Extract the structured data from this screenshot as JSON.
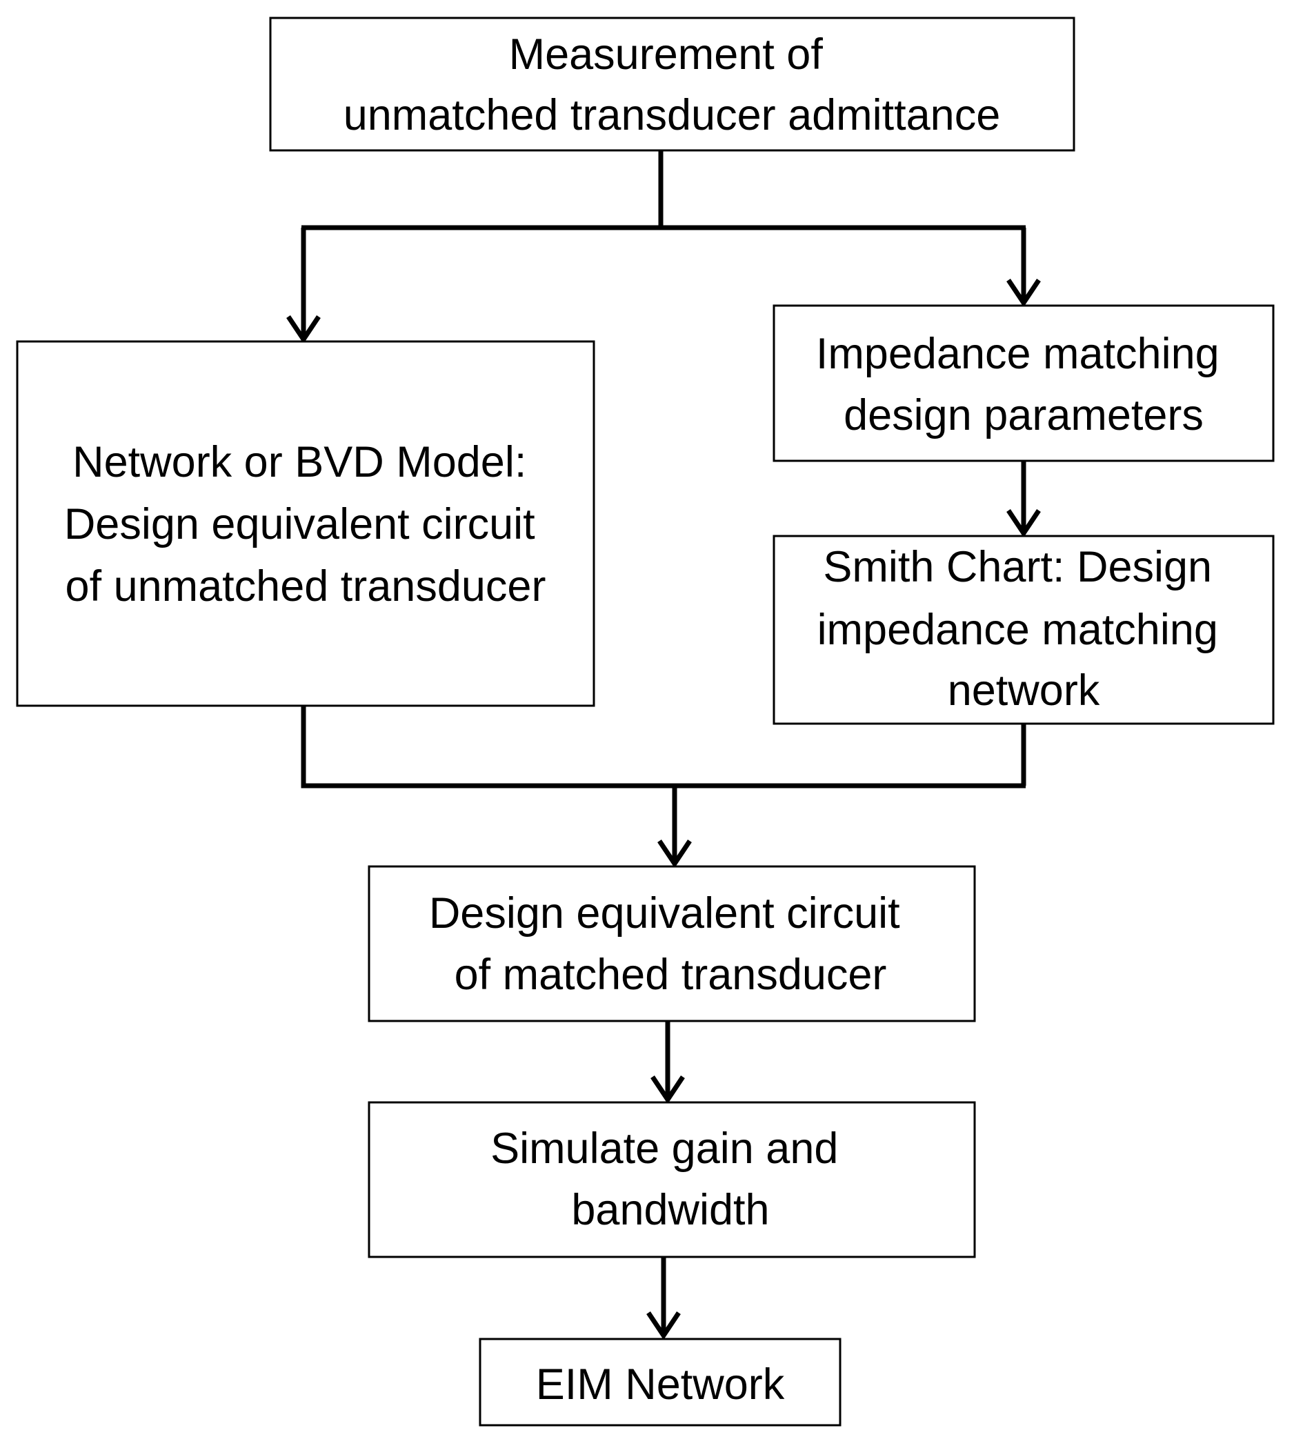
{
  "nodes": {
    "measurement": {
      "lines": [
        "Measurement of",
        "unmatched transducer admittance"
      ]
    },
    "bvd_model": {
      "lines": [
        "Network or BVD Model:",
        "Design equivalent circuit",
        "of unmatched transducer"
      ]
    },
    "impedance_params": {
      "lines": [
        "Impedance matching",
        "design parameters"
      ]
    },
    "smith_chart": {
      "lines": [
        "Smith Chart: Design",
        "impedance matching",
        "network"
      ]
    },
    "matched_circuit": {
      "lines": [
        "Design equivalent circuit",
        "of matched transducer"
      ]
    },
    "simulate": {
      "lines": [
        "Simulate gain and",
        "bandwidth"
      ]
    },
    "eim_network": {
      "lines": [
        "EIM Network"
      ]
    }
  }
}
